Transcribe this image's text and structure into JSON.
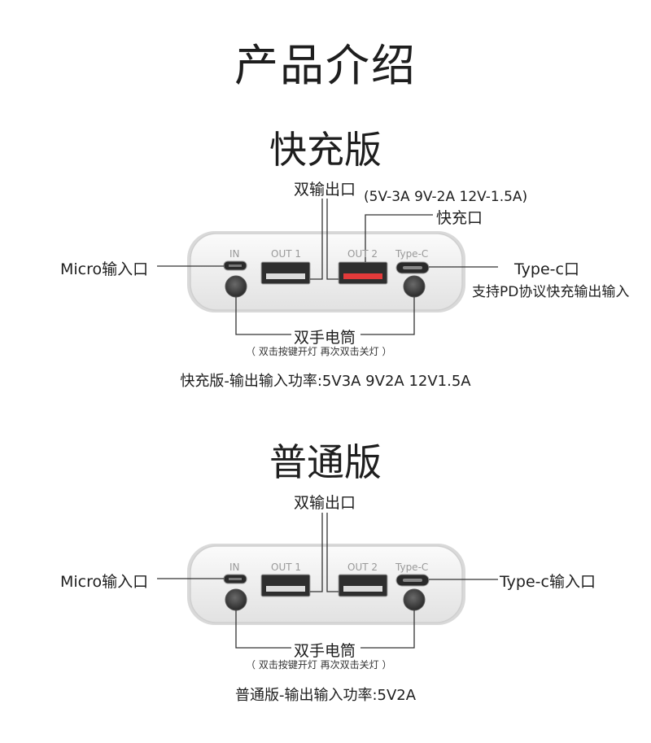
{
  "title": "产品介绍",
  "fast": {
    "heading": "快充版",
    "dual_out": "双输出口",
    "spec": "(5V-3A 9V-2A 12V-1.5A)",
    "fast_port": "快充口",
    "micro_in": "Micro输入口",
    "typec_port": "Type-c口",
    "typec_note": "支持PD协议快充输出输入",
    "flashlight": "双手电筒",
    "flashlight_note": "（ 双击按键开灯 再次双击关灯 ）",
    "summary": "快充版-输出输入功率:5V3A 9V2A 12V1.5A",
    "port_labels": {
      "in": "IN",
      "out1": "OUT 1",
      "out2": "OUT 2",
      "typec": "Type-C"
    }
  },
  "normal": {
    "heading": "普通版",
    "dual_out": "双输出口",
    "micro_in": "Micro输入口",
    "typec_in": "Type-c输入口",
    "flashlight": "双手电筒",
    "flashlight_note": "（ 双击按键开灯 再次双击关灯 ）",
    "summary": "普通版-输出输入功率:5V2A",
    "port_labels": {
      "in": "IN",
      "out1": "OUT 1",
      "out2": "OUT 2",
      "typec": "Type-C"
    }
  },
  "colors": {
    "fast_port": "#e23a3a",
    "device_body": "#f1f1f1",
    "line": "#333333"
  }
}
